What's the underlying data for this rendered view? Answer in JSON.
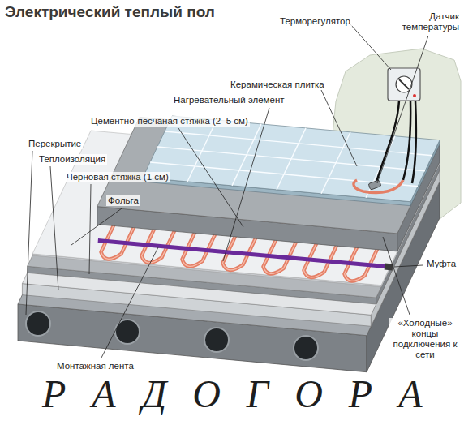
{
  "diagram": {
    "title": "Электрический теплый пол",
    "labels": [
      "Терморегулятор",
      "Датчик температуры",
      "Керамическая плитка",
      "Нагревательный элемент",
      "Цементно-песчаная стяжка (2–5 см)",
      "Перекрытие",
      "Теплоизоляция",
      "Черновая стяжка (1 см)",
      "Фольга",
      "Муфта",
      "«Холодные» концы подключения к сети",
      "Монтажная лента",
      "Р А Д О Г О Р А"
    ]
  }
}
